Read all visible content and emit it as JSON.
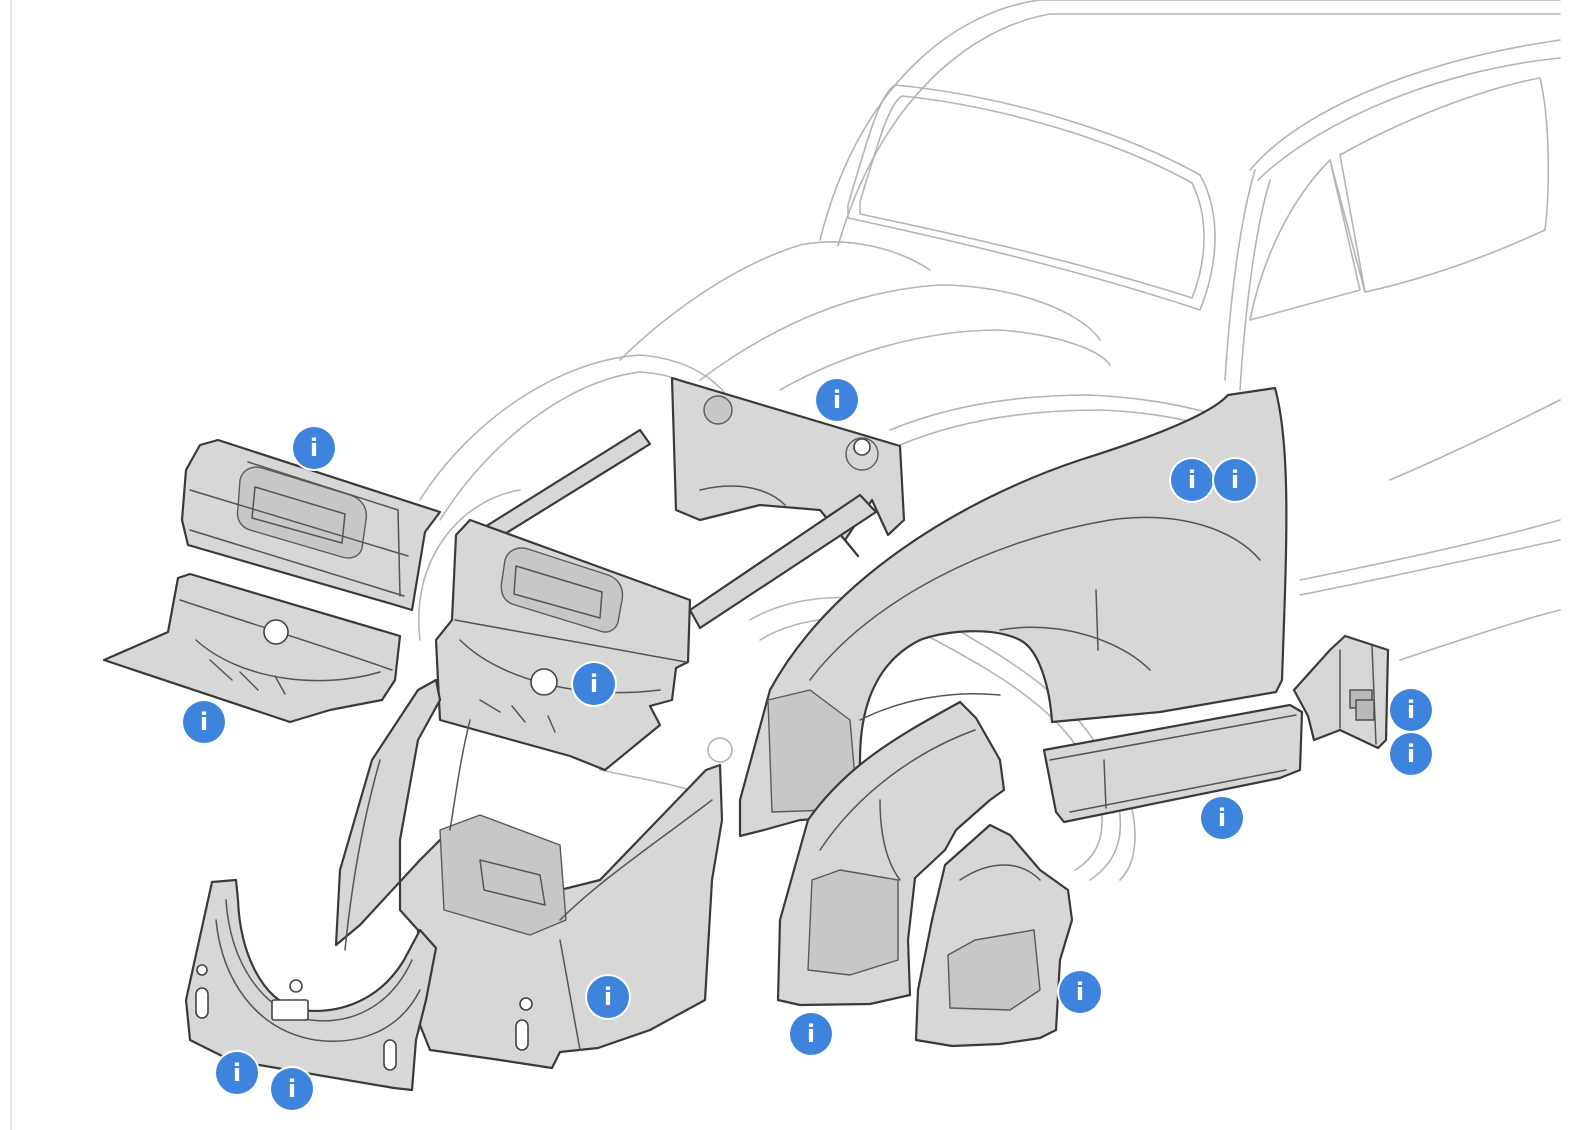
{
  "hotspot_label": "i",
  "colors": {
    "hotspot": "#3f84dc",
    "panel_fill": "#d7d7d7",
    "panel_stroke": "#3a3a3a",
    "car_outline": "#b4b4b4"
  },
  "hotspots": [
    {
      "id": "rear-apron-upper"
    },
    {
      "id": "rear-apron-lower"
    },
    {
      "id": "firewall-panel"
    },
    {
      "id": "rear-apron-assembly"
    },
    {
      "id": "rear-fender-a"
    },
    {
      "id": "rear-fender-b"
    },
    {
      "id": "wheel-arch-left-a"
    },
    {
      "id": "wheel-arch-left-b"
    },
    {
      "id": "engine-bay-assembly"
    },
    {
      "id": "inner-quarter-large"
    },
    {
      "id": "inner-quarter-small"
    },
    {
      "id": "heater-channel"
    },
    {
      "id": "b-pillar-a"
    },
    {
      "id": "b-pillar-b"
    }
  ]
}
